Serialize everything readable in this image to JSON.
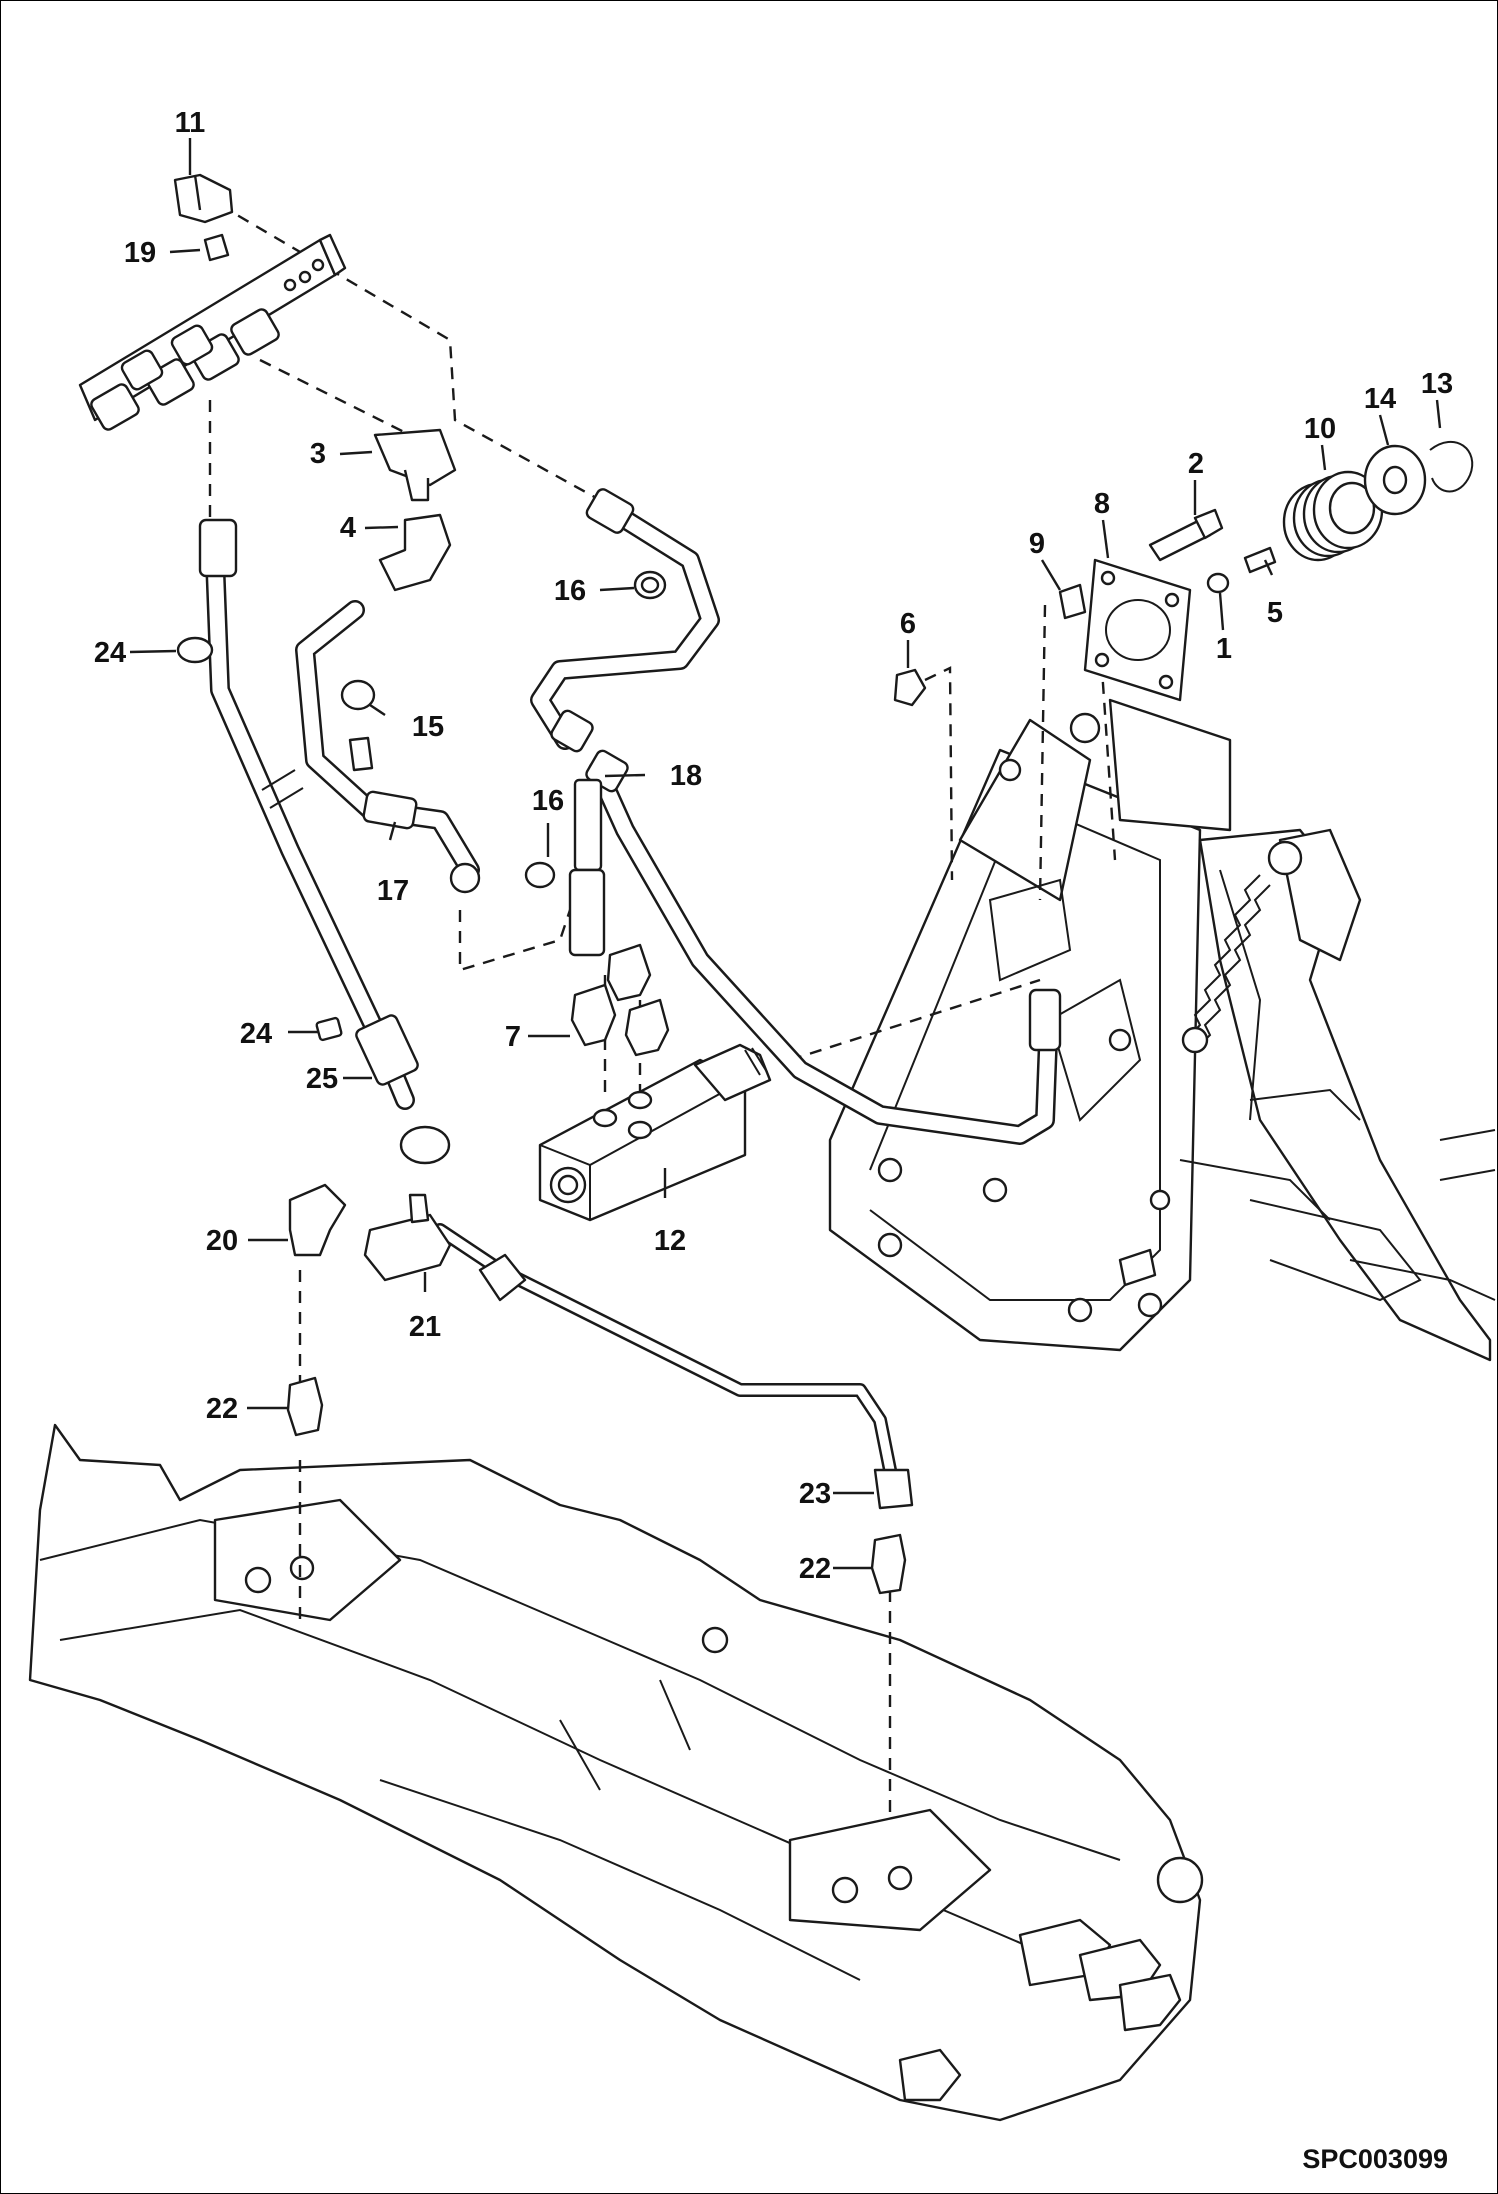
{
  "callouts": [
    "11",
    "19",
    "3",
    "4",
    "16",
    "24",
    "15",
    "17",
    "16",
    "18",
    "7",
    "24",
    "25",
    "12",
    "20",
    "21",
    "22",
    "23",
    "22",
    "6",
    "9",
    "8",
    "2",
    "10",
    "14",
    "13",
    "5",
    "1"
  ],
  "reference": "SPC003099"
}
